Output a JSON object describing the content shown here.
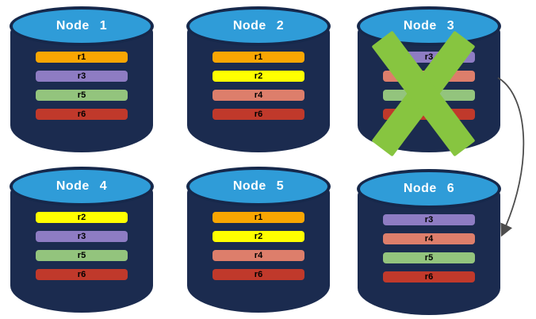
{
  "nodes": [
    {
      "label": "Node 1",
      "failed": false,
      "bars": [
        {
          "label": "r1",
          "color": "#F9A602"
        },
        {
          "label": "r3",
          "color": "#8E7CC3"
        },
        {
          "label": "r5",
          "color": "#93C47D"
        },
        {
          "label": "r6",
          "color": "#C0392B"
        }
      ]
    },
    {
      "label": "Node 2",
      "failed": false,
      "bars": [
        {
          "label": "r1",
          "color": "#F9A602"
        },
        {
          "label": "r2",
          "color": "#FFFF00"
        },
        {
          "label": "r4",
          "color": "#DD7E6B"
        },
        {
          "label": "r6",
          "color": "#C0392B"
        }
      ]
    },
    {
      "label": "Node 3",
      "failed": true,
      "bars": [
        {
          "label": "r3",
          "color": "#8E7CC3"
        },
        {
          "label": "r4",
          "color": "#DD7E6B"
        },
        {
          "label": "r5",
          "color": "#93C47D"
        },
        {
          "label": "r6",
          "color": "#C0392B"
        }
      ]
    },
    {
      "label": "Node 4",
      "failed": false,
      "bars": [
        {
          "label": "r2",
          "color": "#FFFF00"
        },
        {
          "label": "r3",
          "color": "#8E7CC3"
        },
        {
          "label": "r5",
          "color": "#93C47D"
        },
        {
          "label": "r6",
          "color": "#C0392B"
        }
      ]
    },
    {
      "label": "Node 5",
      "failed": false,
      "bars": [
        {
          "label": "r1",
          "color": "#F9A602"
        },
        {
          "label": "r2",
          "color": "#FFFF00"
        },
        {
          "label": "r4",
          "color": "#DD7E6B"
        },
        {
          "label": "r6",
          "color": "#C0392B"
        }
      ]
    },
    {
      "label": "Node 6",
      "failed": false,
      "bars": [
        {
          "label": "r3",
          "color": "#8E7CC3"
        },
        {
          "label": "r4",
          "color": "#DD7E6B"
        },
        {
          "label": "r5",
          "color": "#93C47D"
        },
        {
          "label": "r6",
          "color": "#C0392B"
        }
      ]
    }
  ],
  "colors": {
    "cylinder_body": "#1B2B4F",
    "cylinder_top": "#2F9CD8",
    "cylinder_border": "#16284B",
    "x_mark": "#87C540",
    "arrow": "#4D4D4D"
  },
  "arrow": {
    "from": "Node 3",
    "to": "Node 6"
  }
}
